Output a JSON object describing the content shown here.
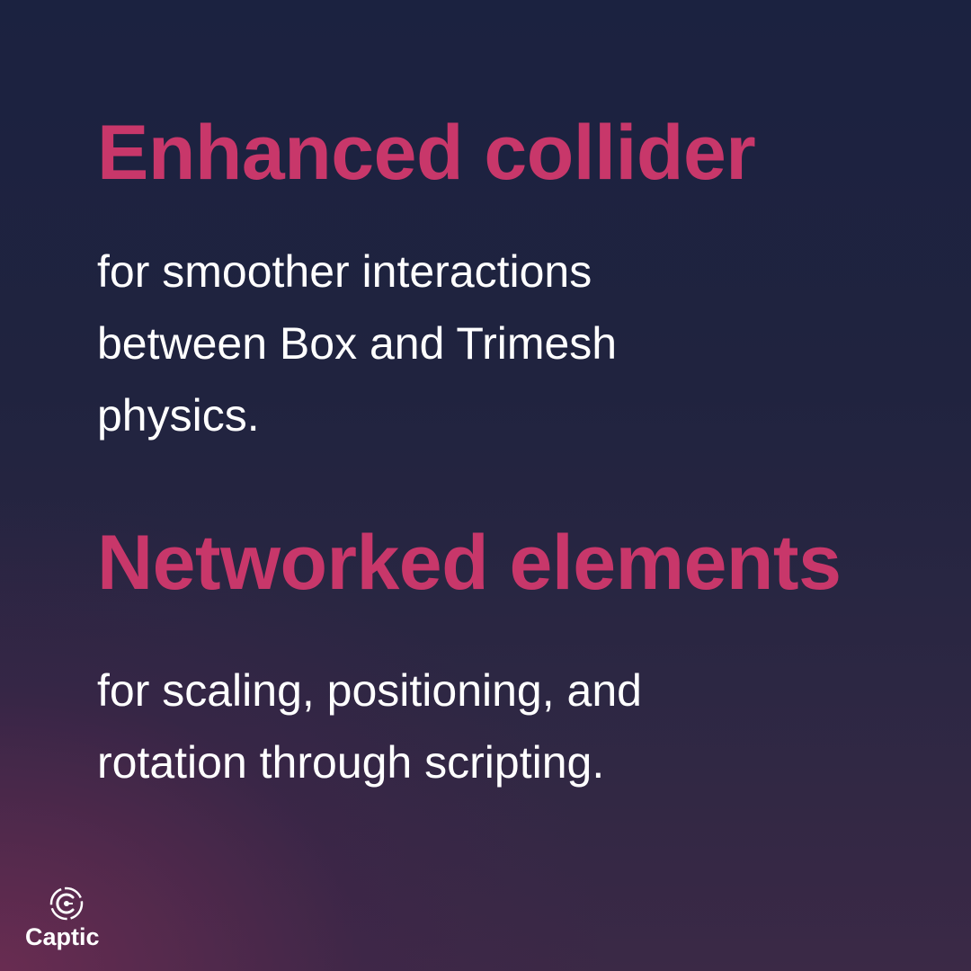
{
  "sections": [
    {
      "heading": "Enhanced collider",
      "lines": [
        "for smoother interactions",
        "between Box and Trimesh",
        "physics."
      ]
    },
    {
      "heading": "Networked elements",
      "lines": [
        "for scaling, positioning, and",
        "rotation through scripting."
      ]
    }
  ],
  "logo": {
    "name": "Captic",
    "icon": "captic-logo-icon"
  },
  "colors": {
    "accent": "#c8376a",
    "text": "#ffffff",
    "background_top": "#1b2240",
    "background_bottom_left": "#5a2b4f"
  }
}
